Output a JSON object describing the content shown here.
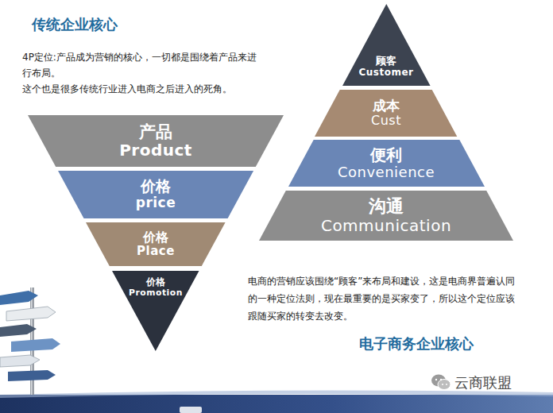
{
  "diagram": {
    "title": "传统企业核心",
    "caption": "电子商务企业核心",
    "nodes": [
      {
        "text": [
          "产品",
          "Product"
        ]
      },
      {
        "text": [
          "价格",
          "price"
        ]
      },
      {
        "text": [
          "价格",
          "Place"
        ]
      },
      {
        "text": [
          "价格",
          "Promotion"
        ]
      },
      {
        "text": [
          "顾客",
          "Customer"
        ]
      },
      {
        "text": [
          "成本",
          "Cust"
        ]
      },
      {
        "text": [
          "便利",
          "Convenience"
        ]
      },
      {
        "text": [
          "沟通",
          "Communication"
        ]
      }
    ],
    "labels": [
      "4P定位:产品成为营销的核心，一切都是围绕着产品来进行布局。",
      "这个也是很多传统行业进入电商之后进入的死角。",
      "电商的营销应该围绕“顾客”来布局和建设，这是电商界普遍认同的一种定位法则，现在最重要的是买家变了，所以这个定位应该跟随买家的转变去改变。",
      "云商联盟"
    ]
  }
}
